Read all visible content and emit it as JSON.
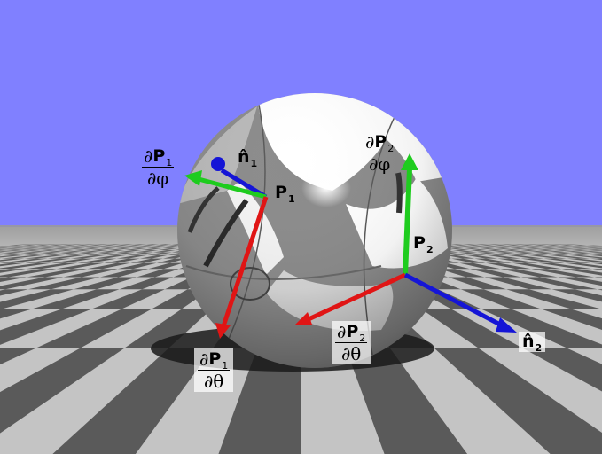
{
  "labels": {
    "dP1_dphi": {
      "num": "∂",
      "bold": "P",
      "sub": "1",
      "den": "∂φ"
    },
    "n1": {
      "text": "n̂",
      "sub": "1"
    },
    "P1": {
      "text": "P",
      "sub": "1"
    },
    "dP2_dphi": {
      "num": "∂",
      "bold": "P",
      "sub": "2",
      "den": "∂φ"
    },
    "P2": {
      "text": "P",
      "sub": "2"
    },
    "dP1_dtheta": {
      "num": "∂",
      "bold": "P",
      "sub": "1",
      "den": "∂θ"
    },
    "dP2_dtheta": {
      "num": "∂",
      "bold": "P",
      "sub": "2",
      "den": "∂θ"
    },
    "n2": {
      "text": "n̂",
      "sub": "2"
    }
  },
  "colors": {
    "sky": "#8080ff",
    "floor_light": "#c4c4c4",
    "floor_dark": "#5a5a5a",
    "sphere_light": "#ffffff",
    "sphere_dark": "#8a8a8a",
    "normal_arrow": "#1515d6",
    "phi_arrow": "#1ecc1e",
    "theta_arrow": "#e01515"
  }
}
